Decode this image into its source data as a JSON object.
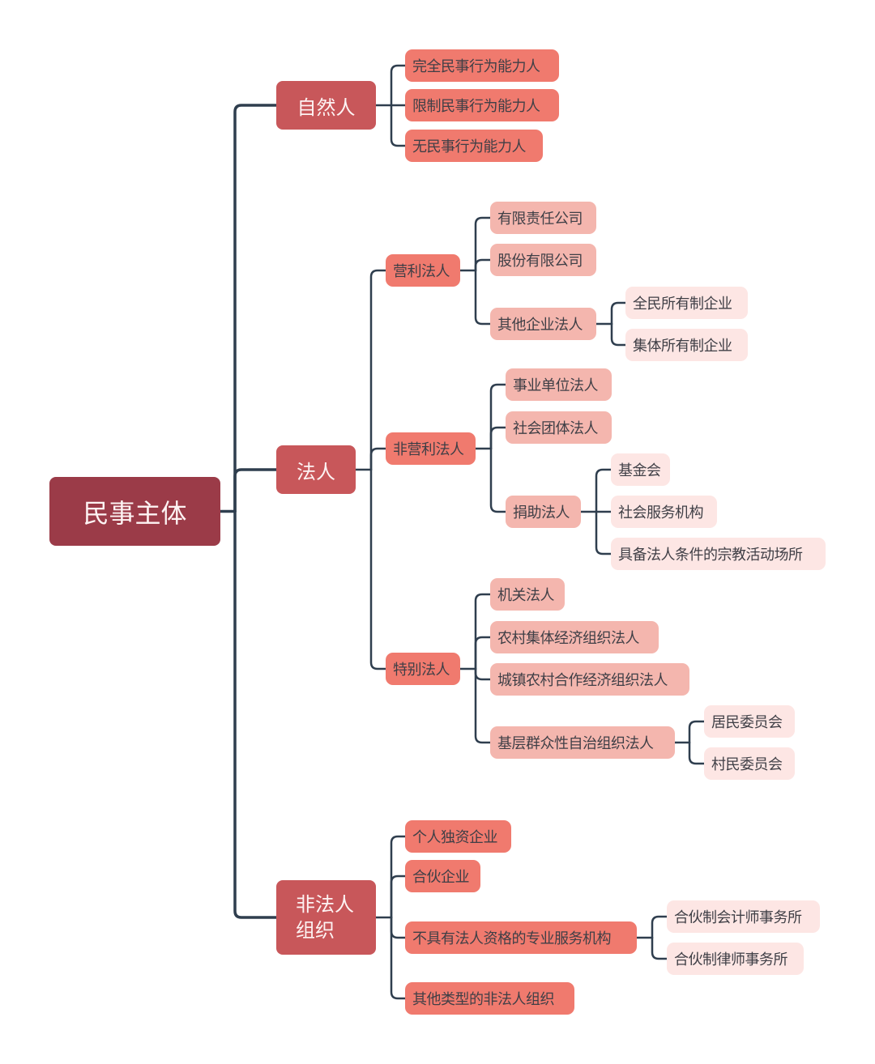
{
  "colors": {
    "root": "#9b3b48",
    "level1": "#c8575a",
    "level2": "#f07a6e",
    "level3": "#f4b6ae",
    "level4": "#fde6e4",
    "connector": "#2f3e4e"
  },
  "mindmap": {
    "root": {
      "label": "民事主体"
    },
    "natural_person": {
      "label": "自然人",
      "children": [
        "完全民事行为能力人",
        "限制民事行为能力人",
        "无民事行为能力人"
      ]
    },
    "legal_person": {
      "label": "法人",
      "for_profit": {
        "label": "营利法人",
        "children": [
          "有限责任公司",
          "股份有限公司"
        ],
        "other_enterprise": {
          "label": "其他企业法人",
          "children": [
            "全民所有制企业",
            "集体所有制企业"
          ]
        }
      },
      "non_profit": {
        "label": "非营利法人",
        "children": [
          "事业单位法人",
          "社会团体法人"
        ],
        "donation": {
          "label": "捐助法人",
          "children": [
            "基金会",
            "社会服务机构",
            "具备法人条件的宗教活动场所"
          ]
        }
      },
      "special": {
        "label": "特别法人",
        "children": [
          "机关法人",
          "农村集体经济组织法人",
          "城镇农村合作经济组织法人"
        ],
        "grassroots": {
          "label": "基层群众性自治组织法人",
          "children": [
            "居民委员会",
            "村民委员会"
          ]
        }
      }
    },
    "unincorporated": {
      "label_line1": "非法人",
      "label_line2": "组织",
      "children": [
        "个人独资企业",
        "合伙企业"
      ],
      "professional": {
        "label": "不具有法人资格的专业服务机构",
        "children": [
          "合伙制会计师事务所",
          "合伙制律师事务所"
        ]
      },
      "other": "其他类型的非法人组织"
    }
  }
}
